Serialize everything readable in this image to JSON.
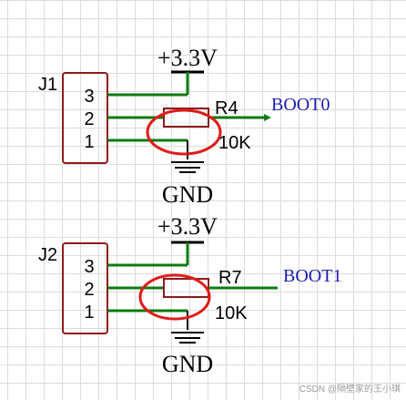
{
  "colors": {
    "wire": "#0f7a0f",
    "component": "#8b1a1a",
    "net_label": "#1a1ab3",
    "text": "#000000",
    "highlight": "#e01b1b",
    "grid": "#dcdcdc"
  },
  "circuits": [
    {
      "connector": "J1",
      "pins": [
        "3",
        "2",
        "1"
      ],
      "supply": "+3.3V",
      "ground": "GND",
      "resistor": "R4",
      "value": "10K",
      "net": "BOOT0"
    },
    {
      "connector": "J2",
      "pins": [
        "3",
        "2",
        "1"
      ],
      "supply": "+3.3V",
      "ground": "GND",
      "resistor": "R7",
      "value": "10K",
      "net": "BOOT1"
    }
  ],
  "watermark": "CSDN @隔壁家的王小琪"
}
